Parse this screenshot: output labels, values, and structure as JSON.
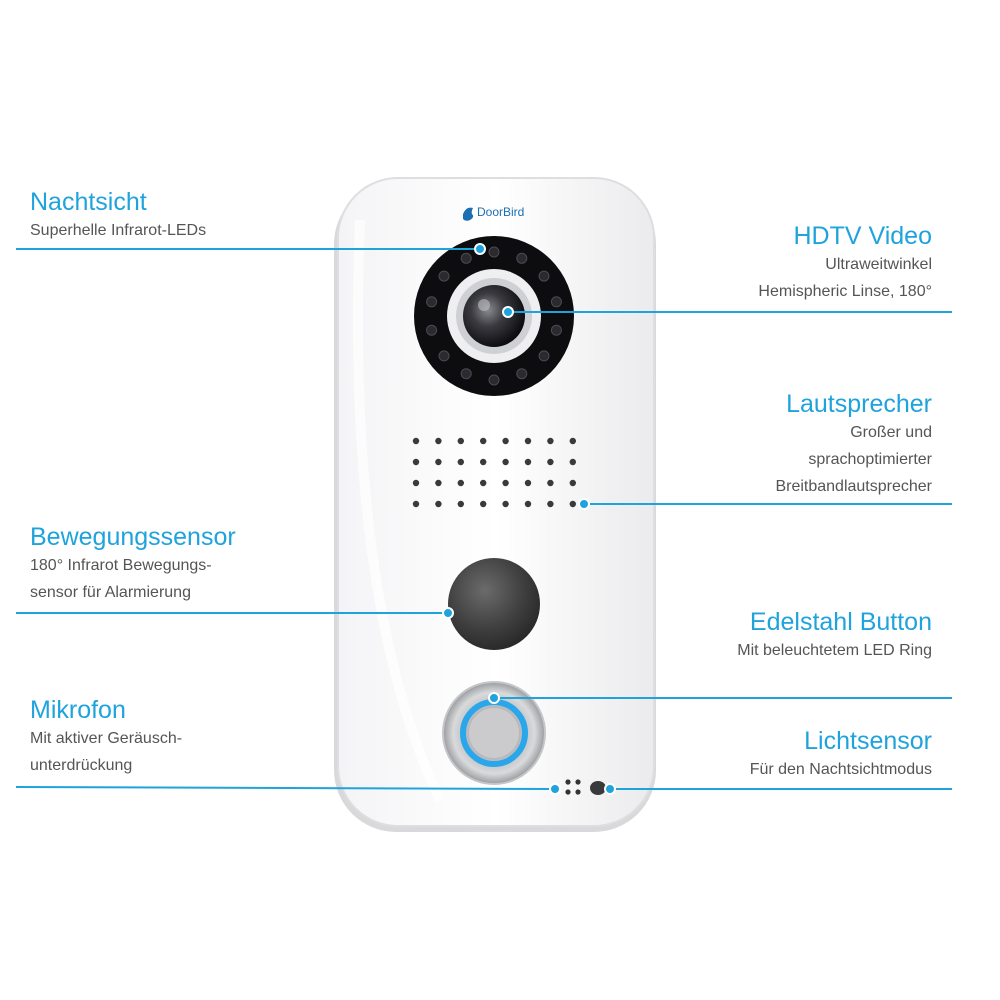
{
  "accent_color": "#1fa3dc",
  "brand": {
    "name": "DoorBird",
    "icon": "bird-icon"
  },
  "features": {
    "nachtsicht": {
      "title": "Nachtsicht",
      "desc": [
        "Superhelle Infrarot-LEDs"
      ]
    },
    "hdtv": {
      "title": "HDTV Video",
      "desc": [
        "Ultraweitwinkel",
        "Hemispheric Linse, 180°"
      ]
    },
    "lautsprecher": {
      "title": "Lautsprecher",
      "desc": [
        "Großer und",
        "sprachoptimierter",
        "Breitbandlautsprecher"
      ]
    },
    "bewegung": {
      "title": "Bewegungssensor",
      "desc": [
        "180° Infrarot Bewegungs-",
        "sensor für Alarmierung"
      ]
    },
    "edelstahl": {
      "title": "Edelstahl Button",
      "desc": [
        "Mit beleuchtetem LED Ring"
      ]
    },
    "mikrofon": {
      "title": "Mikrofon",
      "desc": [
        "Mit aktiver Geräusch-",
        "unterdrückung"
      ]
    },
    "lichtsensor": {
      "title": "Lichtsensor",
      "desc": [
        "Für den Nachtsichtmodus"
      ]
    }
  }
}
